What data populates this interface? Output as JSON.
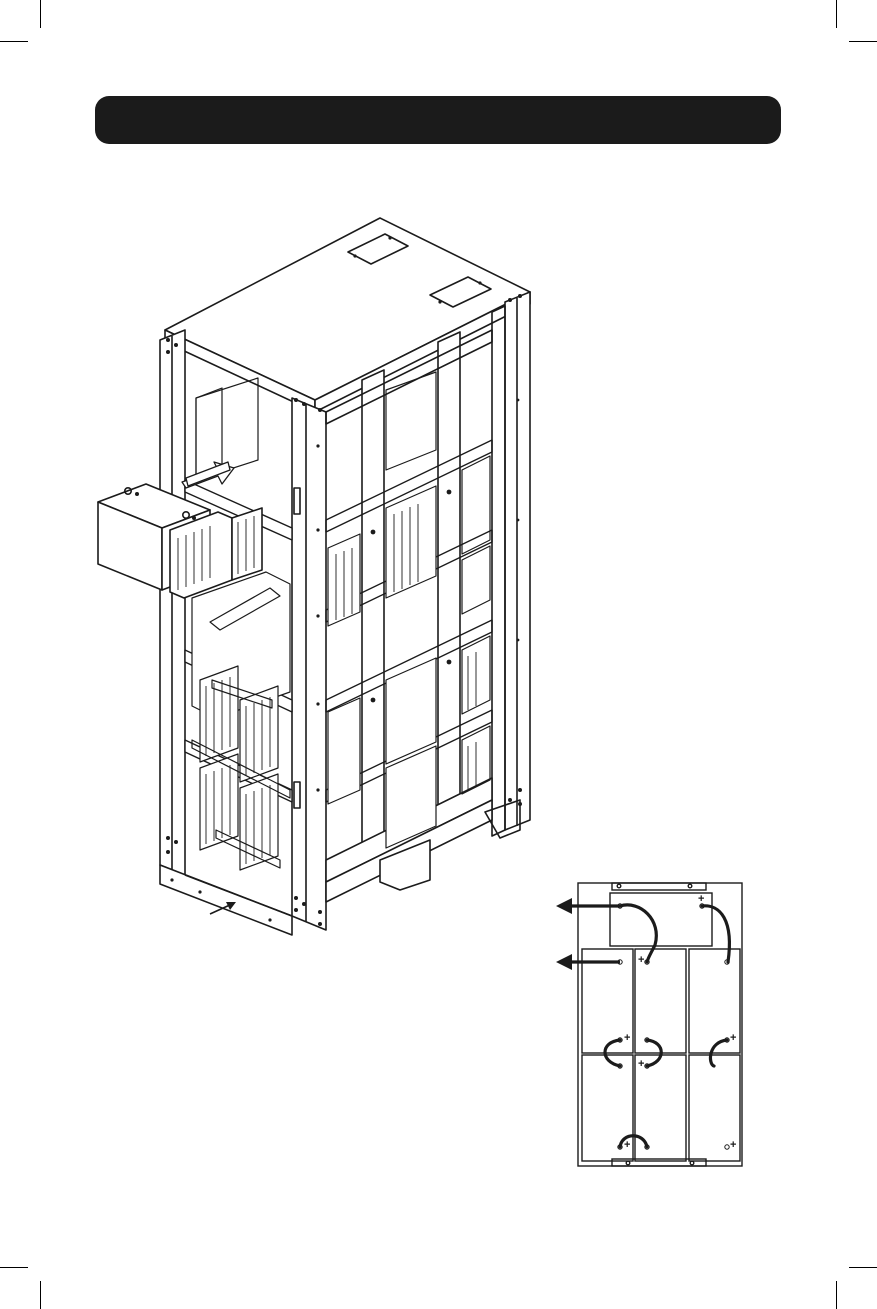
{
  "header": {
    "title": ""
  },
  "colors": {
    "ink": "#1b1b1b",
    "paper": "#ffffff"
  },
  "icons": [
    "cabinet-illustration",
    "battery-module",
    "arrow-icon",
    "wiring-diagram"
  ],
  "wiring": {
    "terminal_plus": "+",
    "terminal_minus": "−"
  }
}
